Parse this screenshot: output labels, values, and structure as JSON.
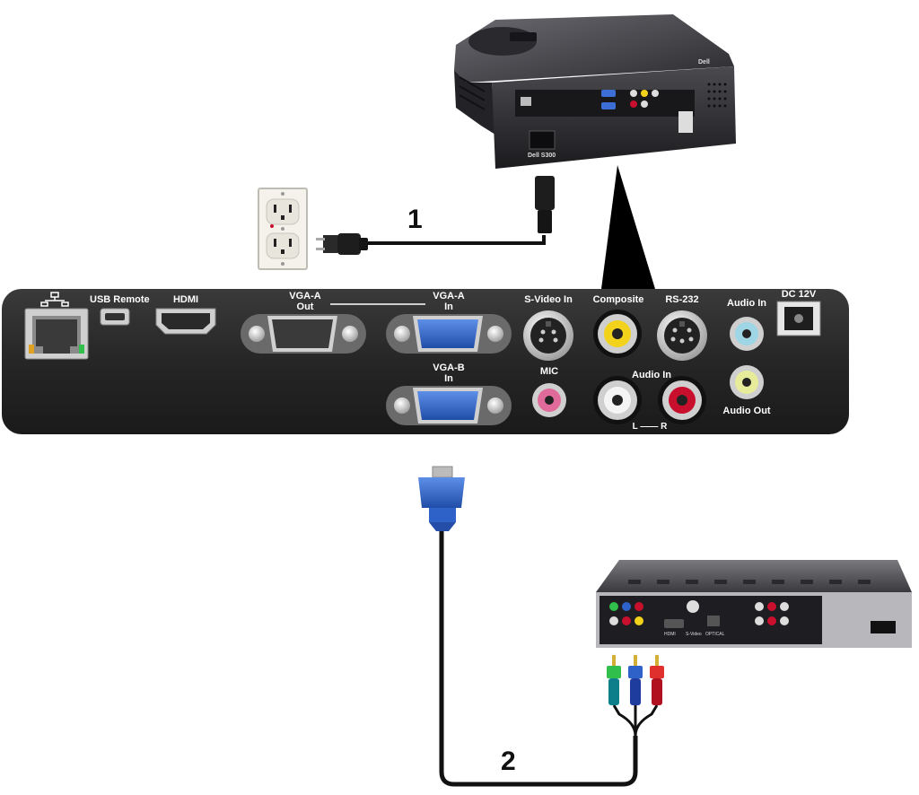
{
  "callouts": {
    "power": "1",
    "video": "2"
  },
  "projector": {
    "model": "Dell S300",
    "brand": "Dell"
  },
  "ports": {
    "usb_remote": "USB Remote",
    "hdmi": "HDMI",
    "vga_a_out": "VGA-A\nOut",
    "vga_a_in": "VGA-A\nIn",
    "vga_b_in": "VGA-B\nIn",
    "svideo_in": "S-Video In",
    "composite": "Composite",
    "rs232": "RS-232",
    "audio_in": "Audio In",
    "dc12v": "DC 12V",
    "mic": "MIC",
    "audio_in_lr": "Audio In",
    "lr": "L —— R",
    "audio_out": "Audio Out"
  },
  "source_device": {
    "hdmi": "HDMI",
    "svideo": "S-Video",
    "optical": "OPTICAL"
  },
  "colors": {
    "panel": "#2a2a2a",
    "vga_blue": "#2f62c8",
    "cable": "#111111",
    "jack_yellow": "#f2d21a",
    "jack_red": "#c8102e",
    "jack_pink": "#e06a9a",
    "jack_lightblue": "#9fd6e6",
    "jack_lime": "#e6ec9a"
  }
}
